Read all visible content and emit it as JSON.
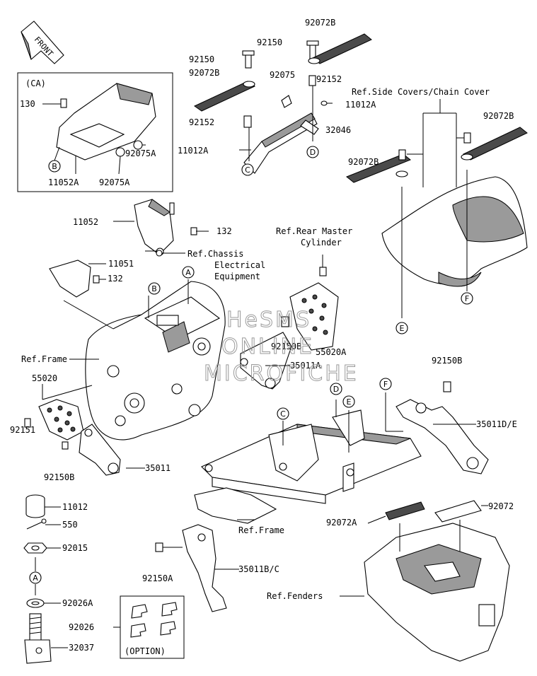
{
  "labels": {
    "front": "FRONT",
    "ca": "(CA)",
    "p130": "130",
    "p11052A": "11052A",
    "p92075A_1": "92075A",
    "p92075A_2": "92075A",
    "p92150_1": "92150",
    "p92072B_1": "92072B",
    "p92150_2": "92150",
    "p92072B_2": "92072B",
    "p92075": "92075",
    "p92152_1": "92152",
    "p11012A_1": "11012A",
    "p92152_2": "92152",
    "p32046": "32046",
    "p11012A_2": "11012A",
    "ref_side_covers": "Ref.Side Covers/Chain Cover",
    "p92072B_3": "92072B",
    "p92072B_4": "92072B",
    "p11052": "11052",
    "p132_1": "132",
    "ref_chassis_1": "Ref.Chassis",
    "ref_chassis_2": "Electrical",
    "ref_chassis_3": "Equipment",
    "p11051": "11051",
    "p132_2": "132",
    "ref_rear_master_1": "Ref.Rear Master",
    "ref_rear_master_2": "Cylinder",
    "ref_frame_1": "Ref.Frame",
    "p92150B_1": "92150B",
    "p55020A": "55020A",
    "p35011A": "35011A",
    "p55020": "55020",
    "p92150B_2": "92150B",
    "p92151": "92151",
    "p92150B_3": "92150B",
    "p35011": "35011",
    "p35011DE": "35011D/E",
    "p11012": "11012",
    "p550": "550",
    "p92015": "92015",
    "p92026A": "92026A",
    "p92026": "92026",
    "p32037": "32037",
    "option": "(OPTION)",
    "ref_frame_2": "Ref.Frame",
    "p92150A": "92150A",
    "p35011BC": "35011B/C",
    "p92072A": "92072A",
    "p92072": "92072",
    "ref_fenders": "Ref.Fenders"
  },
  "circle_labels": {
    "A": "A",
    "B": "B",
    "C": "C",
    "D": "D",
    "E": "E",
    "F": "F"
  },
  "watermark": {
    "line1": "HeSMS",
    "line2": "ONLINE",
    "line3": "MICROFICHE"
  }
}
